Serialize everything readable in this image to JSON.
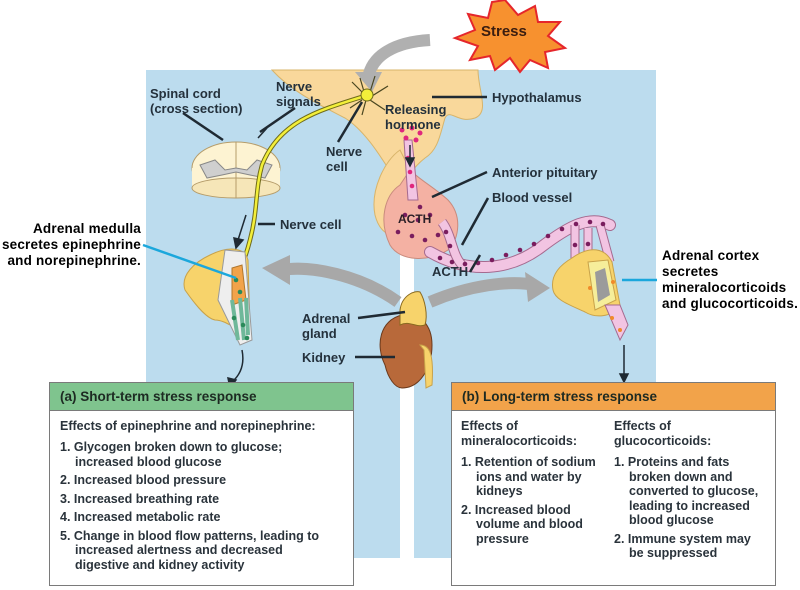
{
  "title_burst": "Stress",
  "labels": {
    "spinal_cord": [
      "Spinal cord",
      "(cross section)"
    ],
    "nerve_signals": [
      "Nerve",
      "signals"
    ],
    "nerve_cell_top": [
      "Nerve",
      "cell"
    ],
    "releasing_hormone": [
      "Releasing",
      "hormone"
    ],
    "hypothalamus": "Hypothalamus",
    "anterior_pituitary": "Anterior pituitary",
    "blood_vessel": "Blood vessel",
    "acth_pituitary": "ACTH",
    "acth_vessel": "ACTH",
    "nerve_cell_lower": "Nerve cell",
    "adrenal_gland": [
      "Adrenal",
      "gland"
    ],
    "kidney": "Kidney",
    "adrenal_medulla": [
      "Adrenal medulla",
      "secretes epinephrine",
      "and norepinephrine."
    ],
    "adrenal_cortex": [
      "Adrenal cortex",
      "secretes",
      "mineralocorticoids",
      "and glucocorticoids."
    ]
  },
  "short_term": {
    "header": "(a) Short-term stress response",
    "subtitle": "Effects of epinephrine and norepinephrine:",
    "items": [
      [
        "1. Glycogen broken down to glucose;",
        "increased blood glucose"
      ],
      [
        "2. Increased blood pressure"
      ],
      [
        "3. Increased breathing rate"
      ],
      [
        "4. Increased metabolic rate"
      ],
      [
        "5. Change in blood flow patterns, leading to",
        "increased alertness and decreased",
        "digestive and kidney activity"
      ]
    ]
  },
  "long_term": {
    "header": "(b) Long-term stress response",
    "mineralocorticoids": {
      "subtitle": [
        "Effects of",
        "mineralocorticoids:"
      ],
      "items": [
        [
          "1. Retention of sodium",
          "ions and water by",
          "kidneys"
        ],
        [
          "2. Increased blood",
          "volume and blood",
          "pressure"
        ]
      ]
    },
    "glucocorticoids": {
      "subtitle": [
        "Effects of",
        "glucocorticoids:"
      ],
      "items": [
        [
          "1. Proteins and fats",
          "broken down and",
          "converted to glucose,",
          "leading to increased",
          "blood glucose"
        ],
        [
          "2. Immune system may",
          "be suppressed"
        ]
      ]
    }
  },
  "colors": {
    "panel_blue": "#bcdcee",
    "hypothalamus_tan": "#f9d89b",
    "pituitary_pink": "#f4b1a3",
    "vessel_pink": "#f2c4e2",
    "vessel_dot": "#7a1d5e",
    "nerve_yellow": "#f3ef3a",
    "adrenal_yellow": "#f7d36b",
    "kidney_brown": "#b8693a",
    "short_term_header": "#7fc48e",
    "long_term_header": "#f2a34a",
    "stress_fill": "#f7912f",
    "stress_border": "#e5262b",
    "callout_line": "#1ba7dc"
  }
}
